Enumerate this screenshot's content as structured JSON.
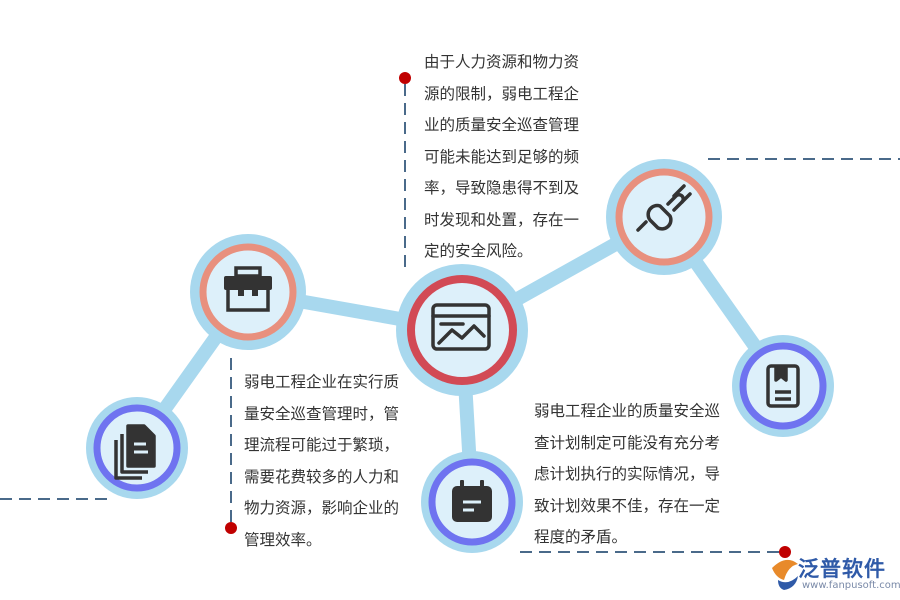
{
  "text_blocks": {
    "top": "由于人力资源和物力资\n源的限制，弱电工程企\n业的质量安全巡查管理\n可能未能达到足够的频\n率，导致隐患得不到及\n时发现和处置，存在一\n定的安全风险。",
    "left": "弱电工程企业在实行质\n量安全巡查管理时，管\n理流程可能过于繁琐，\n需要花费较多的人力和\n物力资源，影响企业的\n管理效率。",
    "right": "    弱电工程企业的质量安全巡\n查计划制定可能没有充分考\n虑计划执行的实际情况，导\n致计划效果不佳，存在一定\n程度的矛盾。"
  },
  "nodes": [
    {
      "name": "documents",
      "icon": "documents-icon",
      "ring_color": "#6f73f0"
    },
    {
      "name": "toolbox",
      "icon": "toolbox-icon",
      "ring_color": "#e8907e"
    },
    {
      "name": "chart-window",
      "icon": "chart-window-icon",
      "ring_color": "#d24a55"
    },
    {
      "name": "calendar",
      "icon": "calendar-icon",
      "ring_color": "#6f73f0"
    },
    {
      "name": "plug",
      "icon": "plug-icon",
      "ring_color": "#e8907e"
    },
    {
      "name": "bookmark",
      "icon": "bookmark-icon",
      "ring_color": "#6f73f0"
    }
  ],
  "colors": {
    "connector": "#a8d8ee",
    "outer_circle": "#a8d8ee",
    "inner_fill": "#ddf0fa",
    "icon": "#333333",
    "dash": "#4a6a8a",
    "dot": "#c00000",
    "brand": "#2f5aa8"
  },
  "logo": {
    "name": "泛普软件",
    "url": "www.fanpusoft.com"
  }
}
